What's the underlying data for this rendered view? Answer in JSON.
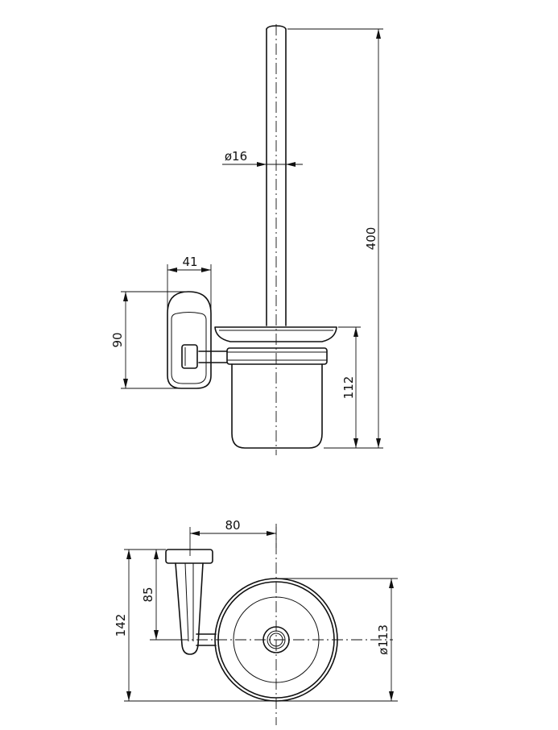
{
  "drawing": {
    "front_view": {
      "height_total": "400",
      "handle_diameter": "ø16",
      "bracket_depth": "41",
      "bracket_height": "90",
      "cup_height": "112"
    },
    "top_view": {
      "projection": "80",
      "bracket_offset": "85",
      "overall_depth": "142",
      "cup_diameter": "ø113"
    }
  }
}
